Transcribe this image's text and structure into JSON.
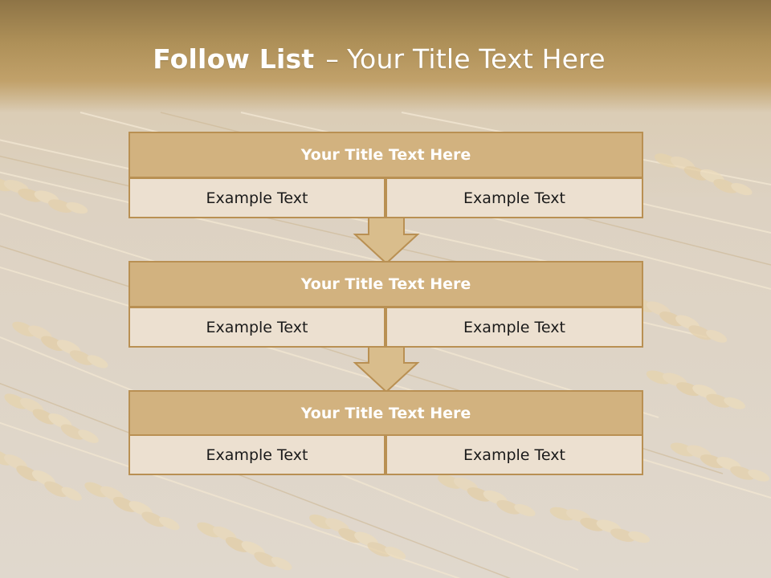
{
  "slide": {
    "title_bold": "Follow List",
    "title_dash": "–",
    "title_rest": "Your Title Text Here",
    "blocks": [
      {
        "title": "Your Title Text Here",
        "left": "Example Text",
        "right": "Example Text"
      },
      {
        "title": "Your Title Text Here",
        "left": "Example Text",
        "right": "Example Text"
      },
      {
        "title": "Your Title Text Here",
        "left": "Example Text",
        "right": "Example Text"
      }
    ]
  },
  "colors": {
    "header_top": "#8e7446",
    "title_fill": "#d2b27f",
    "border": "#b99053",
    "cell_fill": "#ece0d0",
    "arrow_fill": "#d9bd8c"
  },
  "icons": {
    "arrow": "down-arrow-icon"
  }
}
